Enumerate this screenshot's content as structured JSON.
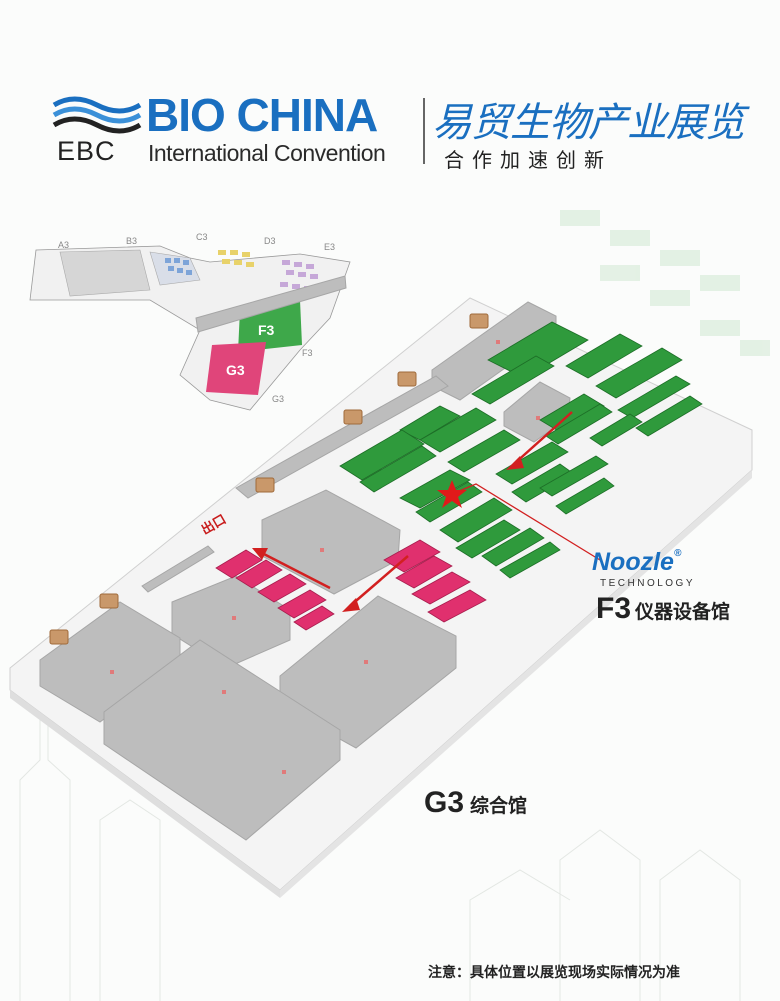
{
  "header": {
    "logo_ebc": "EBC",
    "brand": "BIO CHINA",
    "brand_sub": "International Convention",
    "cn_title": "易贸生物产业展览",
    "cn_slogan": "合作加速创新"
  },
  "overview_map": {
    "hall_labels": [
      "A3",
      "B3",
      "C3",
      "D3",
      "E3"
    ],
    "highlight_f3": "F3",
    "highlight_g3": "G3",
    "side_label_f3": "F3",
    "side_label_g3": "G3",
    "colors": {
      "f3": "#3ea84a",
      "g3": "#e0457a"
    }
  },
  "main_map": {
    "exit_label": "出口",
    "sponsor_name": "Noozle",
    "sponsor_sub": "TECHNOLOGY",
    "f3_code": "F3",
    "f3_name": "仪器设备馆",
    "g3_code": "G3",
    "g3_name": "综合馆",
    "colors": {
      "booth_green": "#2f9a3c",
      "booth_pink": "#e0306e",
      "block_gray": "#bdbdbd",
      "marker": "#d22020"
    }
  },
  "footer_note": "注意：具体位置以展览现场实际情况为准"
}
